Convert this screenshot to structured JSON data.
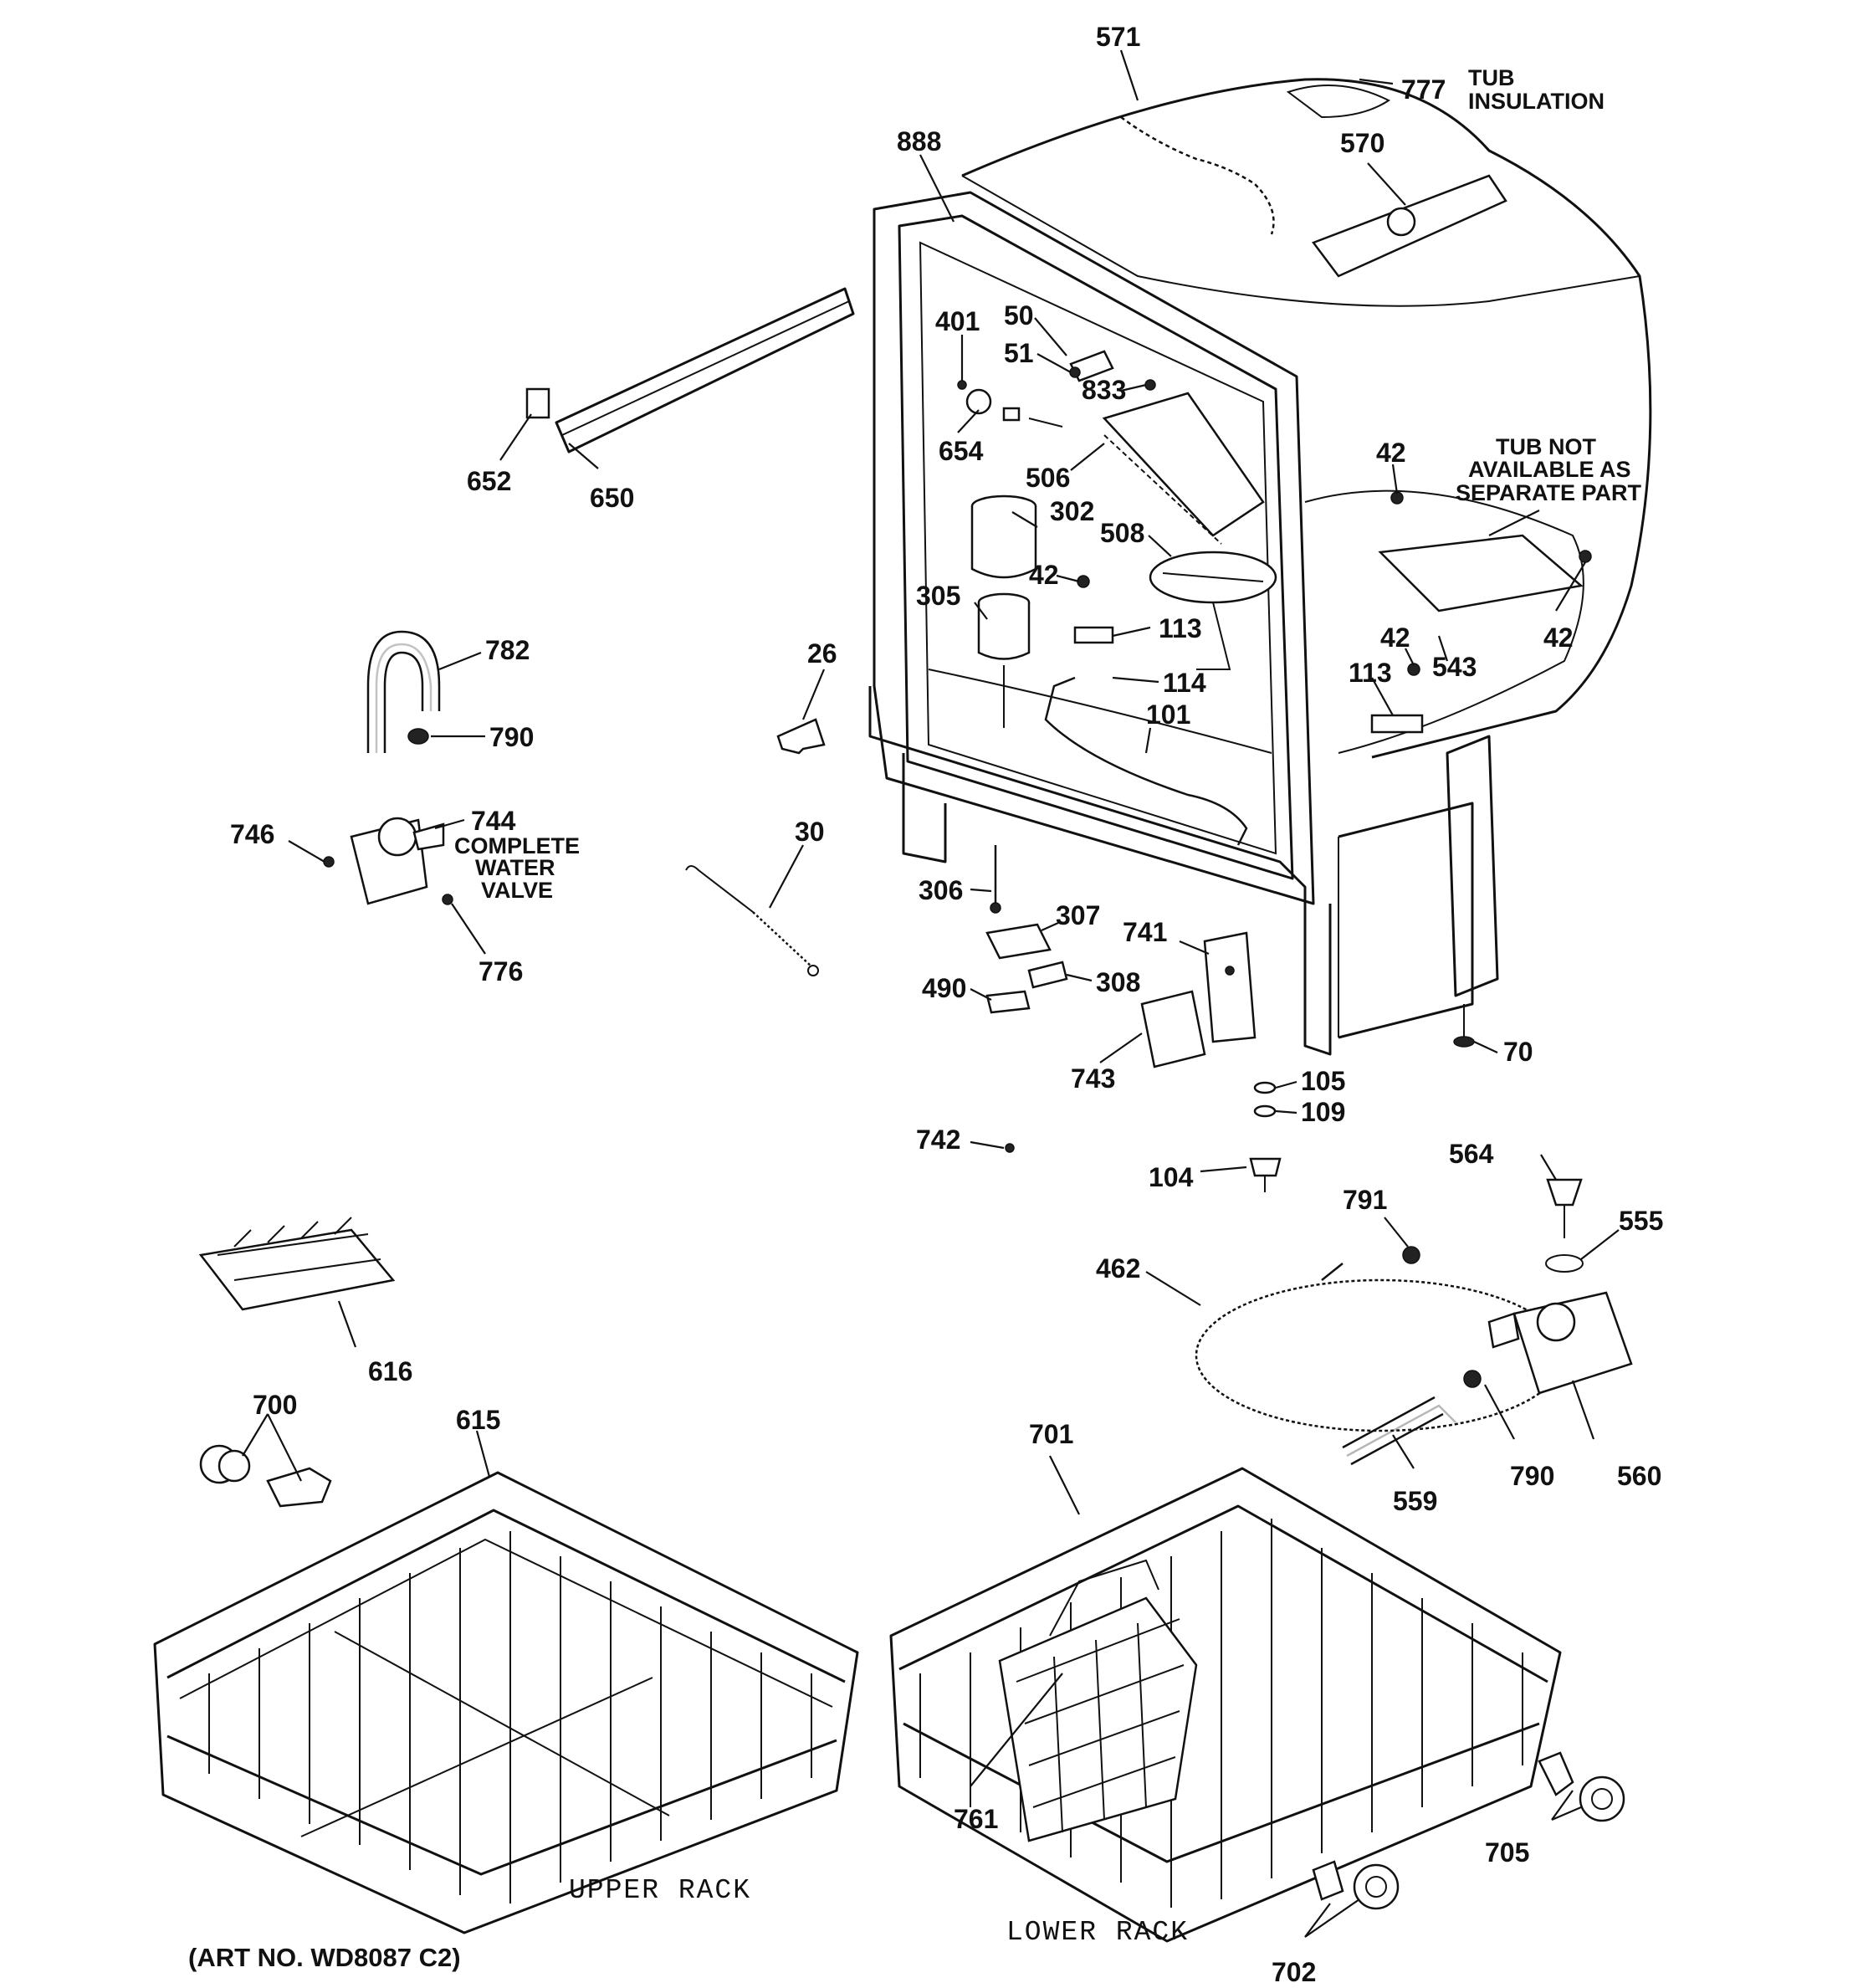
{
  "parts": [
    {
      "id": "571",
      "text": "571"
    },
    {
      "id": "777",
      "text": "777"
    },
    {
      "id": "888",
      "text": "888"
    },
    {
      "id": "570",
      "text": "570"
    },
    {
      "id": "401",
      "text": "401"
    },
    {
      "id": "50",
      "text": "50"
    },
    {
      "id": "51",
      "text": "51"
    },
    {
      "id": "833",
      "text": "833"
    },
    {
      "id": "652",
      "text": "652"
    },
    {
      "id": "650",
      "text": "650"
    },
    {
      "id": "654",
      "text": "654"
    },
    {
      "id": "506",
      "text": "506"
    },
    {
      "id": "42a",
      "text": "42"
    },
    {
      "id": "302",
      "text": "302"
    },
    {
      "id": "508",
      "text": "508"
    },
    {
      "id": "42b",
      "text": "42"
    },
    {
      "id": "305",
      "text": "305"
    },
    {
      "id": "113a",
      "text": "113"
    },
    {
      "id": "42c",
      "text": "42"
    },
    {
      "id": "42d",
      "text": "42"
    },
    {
      "id": "543",
      "text": "543"
    },
    {
      "id": "113b",
      "text": "113"
    },
    {
      "id": "782",
      "text": "782"
    },
    {
      "id": "26",
      "text": "26"
    },
    {
      "id": "114",
      "text": "114"
    },
    {
      "id": "101",
      "text": "101"
    },
    {
      "id": "790a",
      "text": "790"
    },
    {
      "id": "744",
      "text": "744"
    },
    {
      "id": "746",
      "text": "746"
    },
    {
      "id": "30",
      "text": "30"
    },
    {
      "id": "306",
      "text": "306"
    },
    {
      "id": "307",
      "text": "307"
    },
    {
      "id": "741",
      "text": "741"
    },
    {
      "id": "776",
      "text": "776"
    },
    {
      "id": "490",
      "text": "490"
    },
    {
      "id": "308",
      "text": "308"
    },
    {
      "id": "70",
      "text": "70"
    },
    {
      "id": "743",
      "text": "743"
    },
    {
      "id": "105",
      "text": "105"
    },
    {
      "id": "109",
      "text": "109"
    },
    {
      "id": "742",
      "text": "742"
    },
    {
      "id": "564",
      "text": "564"
    },
    {
      "id": "104",
      "text": "104"
    },
    {
      "id": "791",
      "text": "791"
    },
    {
      "id": "555",
      "text": "555"
    },
    {
      "id": "462",
      "text": "462"
    },
    {
      "id": "616",
      "text": "616"
    },
    {
      "id": "700",
      "text": "700"
    },
    {
      "id": "615",
      "text": "615"
    },
    {
      "id": "701",
      "text": "701"
    },
    {
      "id": "790b",
      "text": "790"
    },
    {
      "id": "560",
      "text": "560"
    },
    {
      "id": "559",
      "text": "559"
    },
    {
      "id": "761",
      "text": "761"
    },
    {
      "id": "705",
      "text": "705"
    },
    {
      "id": "702",
      "text": "702"
    }
  ],
  "notes": {
    "tub_insulation": [
      "TUB",
      "INSULATION"
    ],
    "tub_not_available": [
      "TUB NOT",
      "AVAILABLE AS",
      "SEPARATE PART"
    ],
    "complete_water_valve": [
      "COMPLETE",
      "WATER",
      "VALVE"
    ]
  },
  "racks": {
    "upper": "UPPER RACK",
    "lower": "LOWER RACK"
  },
  "art_number": "(ART NO. WD8087 C2)"
}
